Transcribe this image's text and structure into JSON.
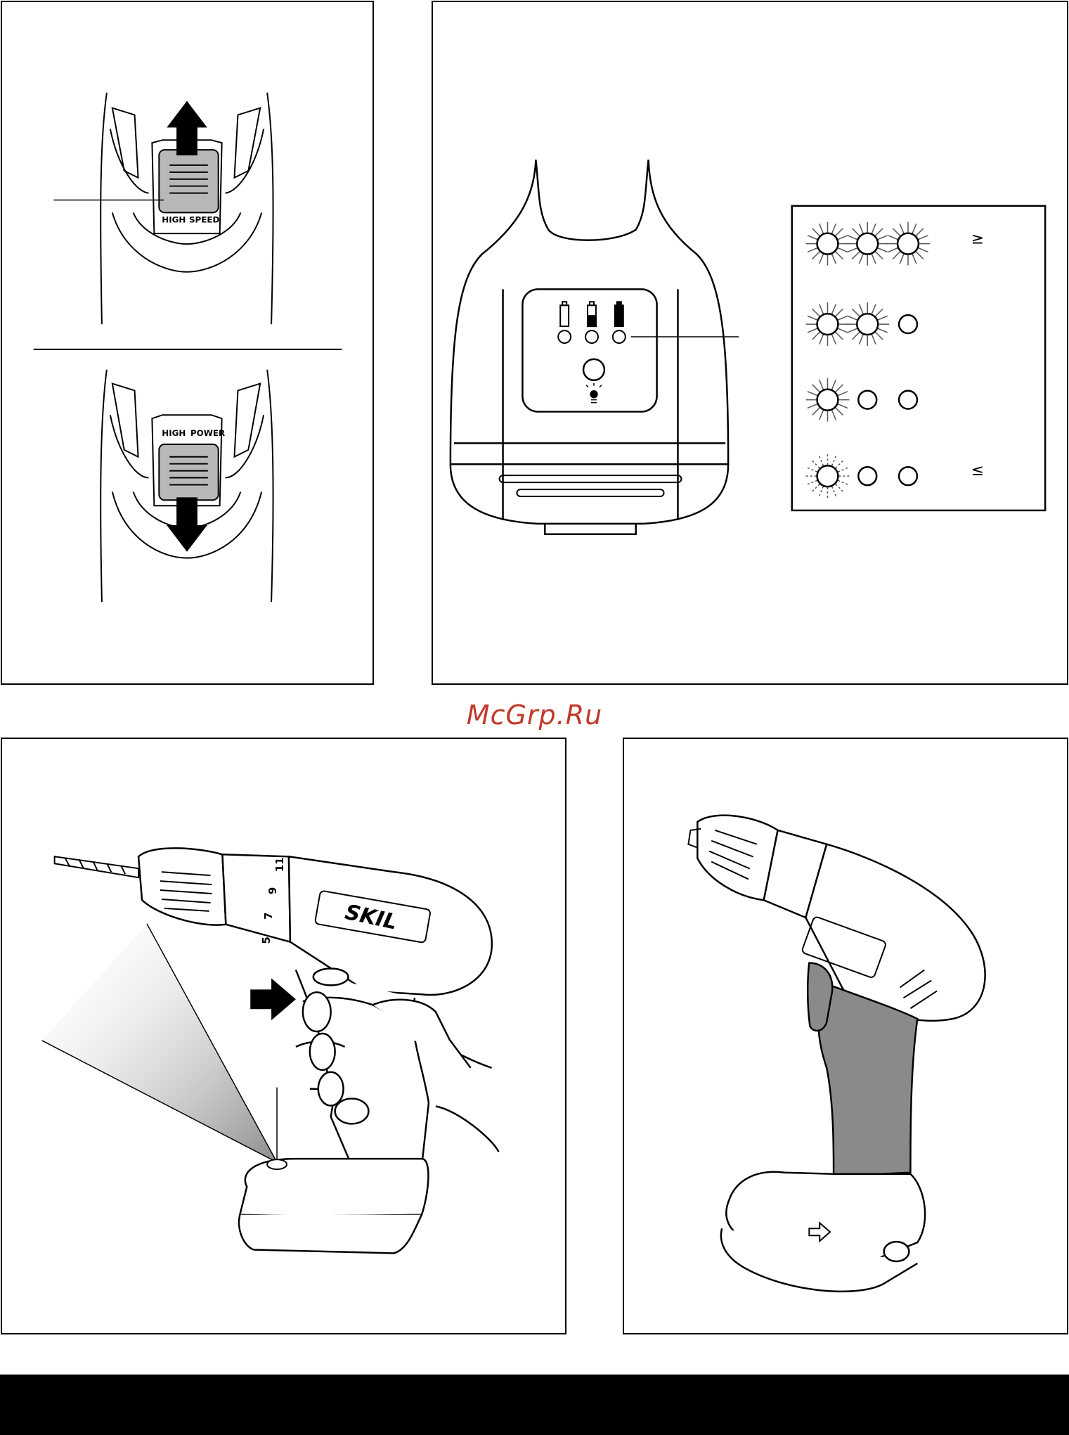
{
  "watermark": {
    "text": "McGrp.Ru",
    "color": "#c0392b"
  },
  "switch_panel": {
    "upper_label_left": "HIGH",
    "upper_label_right": "SPEED",
    "lower_label_left": "HIGH",
    "lower_label_right": "POWER"
  },
  "charger_panel": {
    "indicator_rows": [
      {
        "leds": [
          "flashing",
          "flashing",
          "flashing"
        ],
        "symbol": "≥"
      },
      {
        "leds": [
          "flashing",
          "flashing",
          "off"
        ],
        "symbol": ""
      },
      {
        "leds": [
          "flashing",
          "off",
          "off"
        ],
        "symbol": ""
      },
      {
        "leds": [
          "blinking",
          "off",
          "off"
        ],
        "symbol": "≤"
      }
    ]
  },
  "drill_panel": {
    "brand": "SKIL",
    "torque_numbers": [
      "5",
      "7",
      "9",
      "11"
    ]
  },
  "icons": {
    "arrow_up": "arrow-up-icon",
    "arrow_down": "arrow-down-icon",
    "arrow_right": "arrow-right-icon",
    "battery": "battery-icon",
    "lamp": "lamp-icon",
    "insert_arrow": "insert-arrow-icon"
  },
  "colors": {
    "grip": "#8a8a8a",
    "switch": "#b8b8b8",
    "watermark": "#c0392b",
    "ink": "#000000"
  }
}
